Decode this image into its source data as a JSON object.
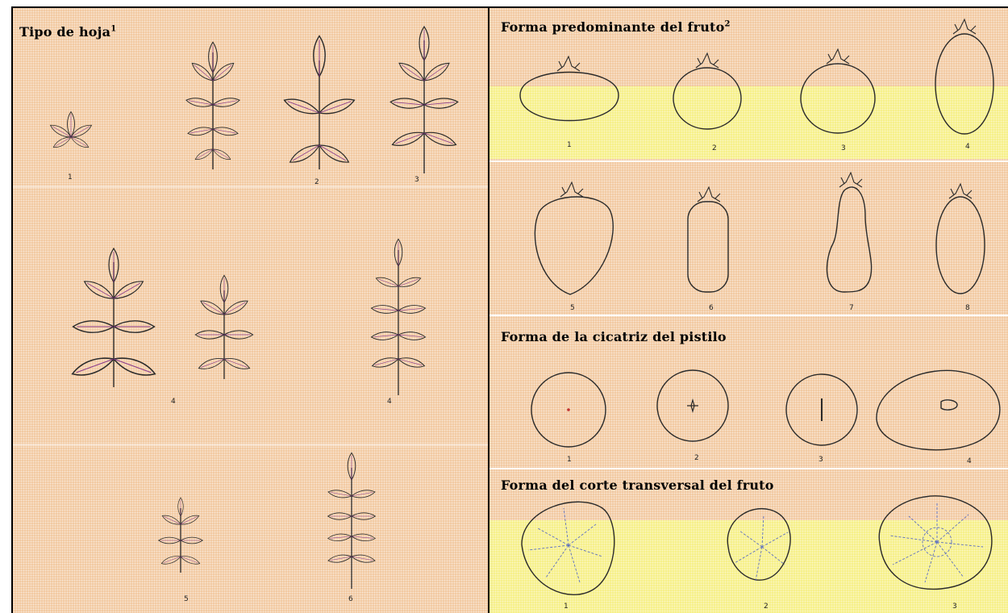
{
  "sections": {
    "leaf_type": {
      "title": "Tipo de hoja",
      "superscript": "1",
      "labels": [
        "1",
        "2",
        "3",
        "4",
        "5",
        "6"
      ]
    },
    "fruit_shape": {
      "title": "Forma predominante del fruto",
      "superscript": "2",
      "labels": [
        "1",
        "2",
        "3",
        "4",
        "5",
        "6",
        "7",
        "8"
      ]
    },
    "pistil_scar": {
      "title": "Forma de la cicatriz del pistilo",
      "labels": [
        "1",
        "2",
        "3",
        "4"
      ]
    },
    "cross_section": {
      "title": "Forma del corte transversal del fruto",
      "labels": [
        "1",
        "2",
        "3"
      ]
    }
  },
  "colors": {
    "panel": "#f1c79d",
    "yellow_band": "#f6ef84",
    "ink": "#1a1a1a"
  }
}
